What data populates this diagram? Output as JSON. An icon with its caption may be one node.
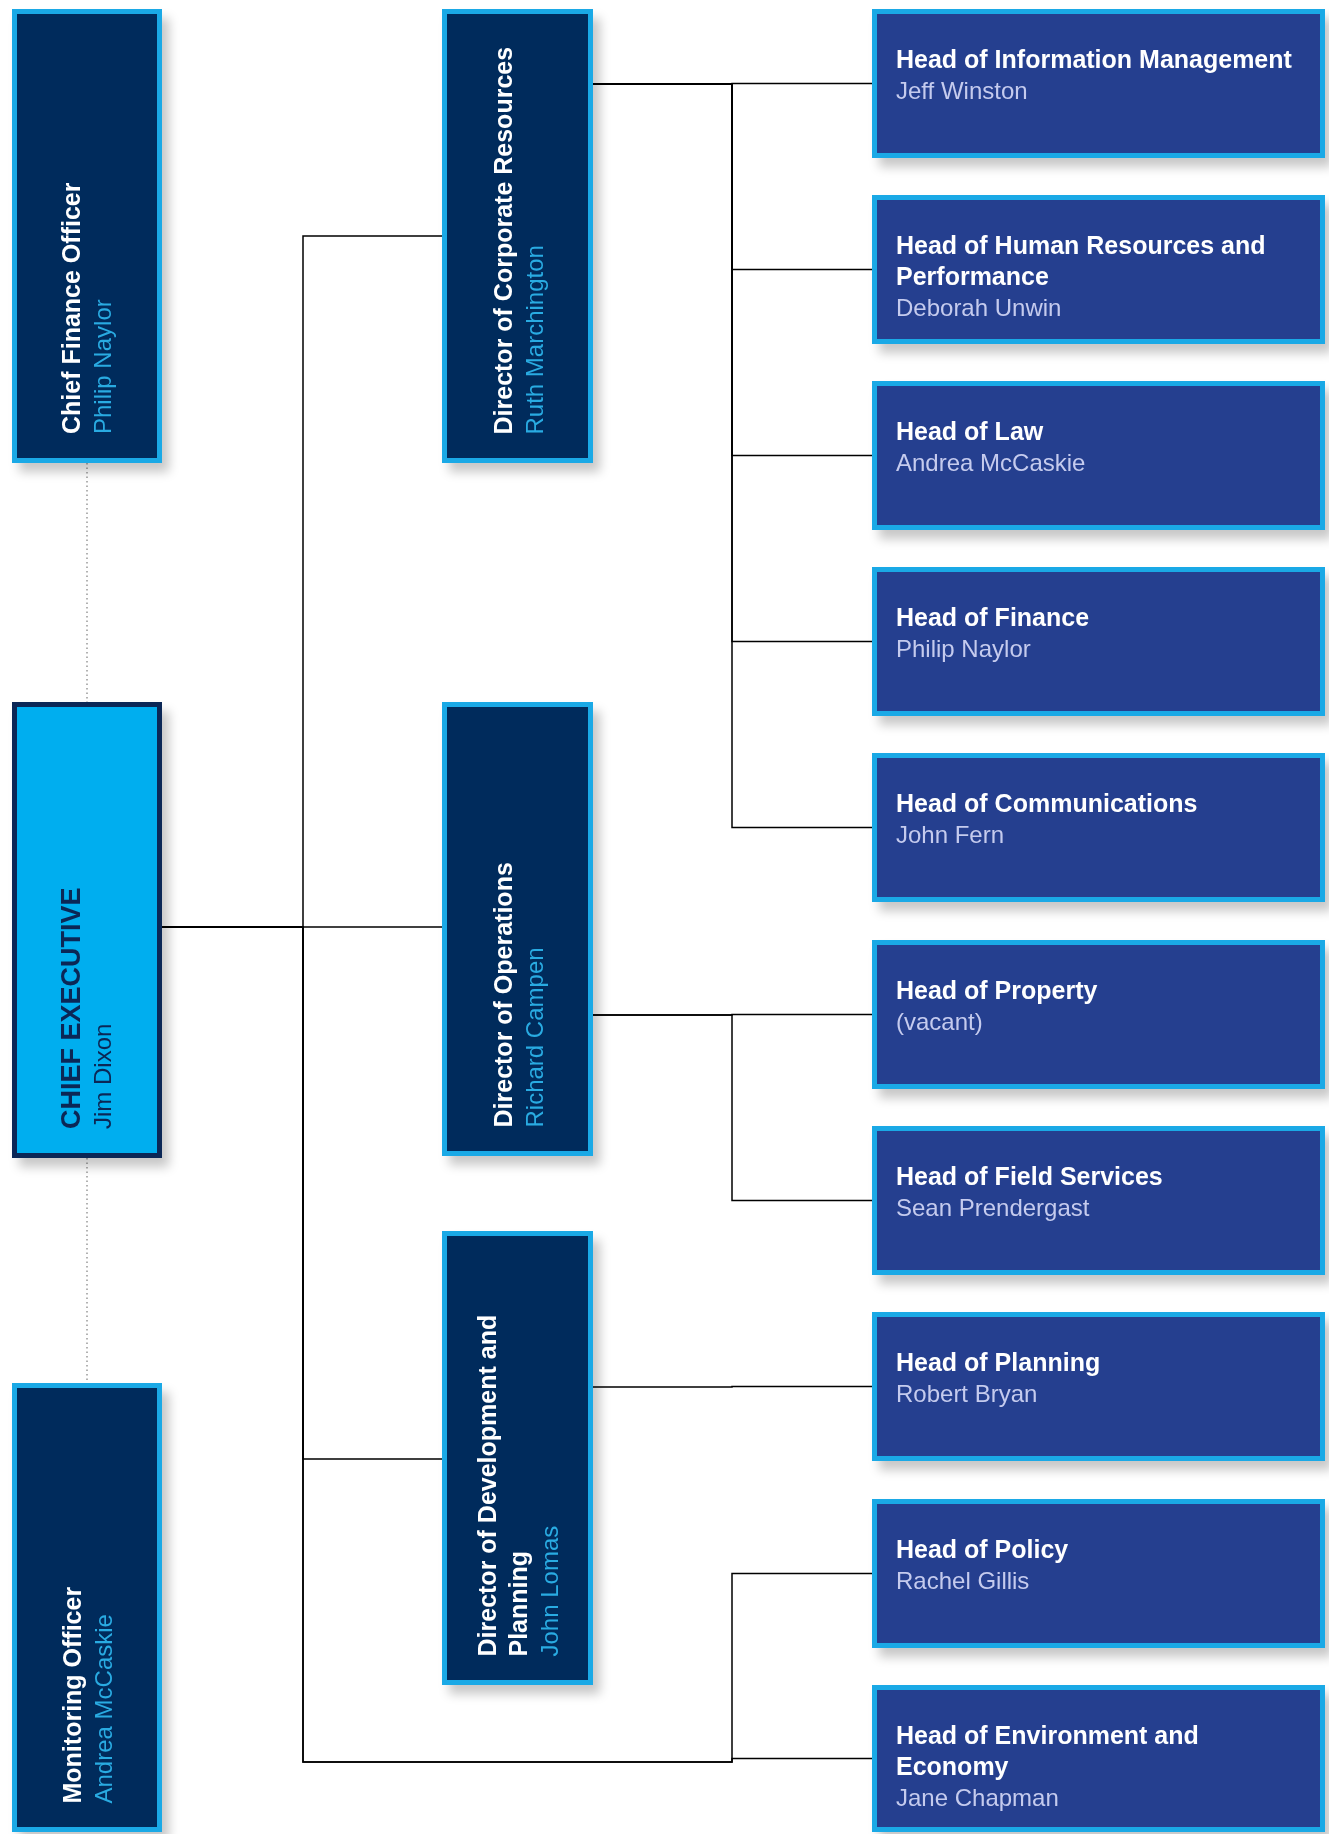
{
  "diagram": {
    "nodes": [
      {
        "text": [
          "Chief Finance Officer",
          "Philip Naylor"
        ]
      },
      {
        "text": [
          "CHIEF EXECUTIVE",
          "Jim Dixon"
        ]
      },
      {
        "text": [
          "Monitoring Officer",
          "Andrea McCaskie"
        ]
      },
      {
        "text": [
          "Director of Corporate Resources",
          "Ruth Marchington"
        ]
      },
      {
        "text": [
          "Director of Operations",
          "Richard Campen"
        ]
      },
      {
        "text": [
          "Director of Development and Planning",
          "John Lomas"
        ]
      },
      {
        "text": [
          "Head of Information Management",
          "Jeff Winston"
        ]
      },
      {
        "text": [
          "Head of Human Resources and Performance",
          "Deborah Unwin"
        ]
      },
      {
        "text": [
          "Head of Law",
          "Andrea McCaskie"
        ]
      },
      {
        "text": [
          "Head of Finance",
          "Philip Naylor"
        ]
      },
      {
        "text": [
          "Head of Communications",
          "John Fern"
        ]
      },
      {
        "text": [
          "Head of Property",
          "(vacant)"
        ]
      },
      {
        "text": [
          "Head of Field Services",
          "Sean Prendergast"
        ]
      },
      {
        "text": [
          "Head of Planning",
          "Robert Bryan"
        ]
      },
      {
        "text": [
          "Head of Policy",
          "Rachel Gillis"
        ]
      },
      {
        "text": [
          "Head of Environment and Economy",
          "Jane Chapman"
        ]
      }
    ],
    "edges": [
      {
        "from": 0,
        "to": 1,
        "arrow": "none",
        "style": "dashed",
        "color": "#999999"
      },
      {
        "from": 1,
        "to": 2,
        "arrow": "none",
        "style": "dashed",
        "color": "#999999"
      },
      {
        "from": 1,
        "to": 3,
        "arrow": "none"
      },
      {
        "from": 1,
        "to": 4,
        "arrow": "none"
      },
      {
        "from": 1,
        "to": 5,
        "arrow": "none"
      },
      {
        "from": 1,
        "to": 14,
        "arrow": "none"
      },
      {
        "from": 1,
        "to": 15,
        "arrow": "none"
      },
      {
        "from": 3,
        "to": 6,
        "arrow": "none"
      },
      {
        "from": 3,
        "to": 7,
        "arrow": "none"
      },
      {
        "from": 3,
        "to": 8,
        "arrow": "none"
      },
      {
        "from": 3,
        "to": 9,
        "arrow": "none"
      },
      {
        "from": 3,
        "to": 10,
        "arrow": "none"
      },
      {
        "from": 4,
        "to": 11,
        "arrow": "none"
      },
      {
        "from": 4,
        "to": 12,
        "arrow": "none"
      },
      {
        "from": 5,
        "to": 13,
        "arrow": "none"
      }
    ]
  }
}
